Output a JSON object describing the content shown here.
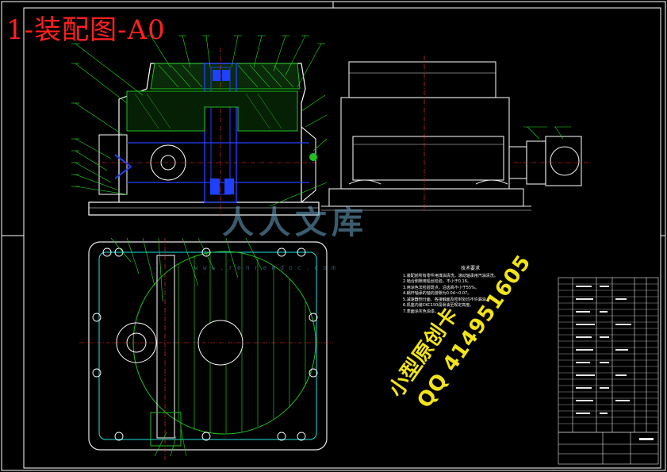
{
  "title": "1-装配图-A0",
  "tech_notes": {
    "heading": "技术要求",
    "lines": [
      "1.装配前所有零件用煤油清洗，滚动轴承用汽油清洗。",
      "2.啮合侧隙用铅丝检验，不小于0.16。",
      "3.用涂色法检验斑点，沿齿高不小于55%。",
      "4.蜗杆轴承的轴向游隙为0.04~0.07。",
      "5.减速器剖分面、各接触面及密封处均不许漏油。",
      "6.机座内装CKC150润滑油至规定高度。",
      "7.表面涂灰色油漆。"
    ]
  },
  "watermark": {
    "line1": "小型原创卡",
    "line2": "QQ 414951605",
    "logo": "人人文库",
    "url": "www.renrendoc.com"
  },
  "colors": {
    "background": "#000000",
    "frame": "#ffffff",
    "outline": "#e8e8e8",
    "section": "#2040ff",
    "hatch": "#20c020",
    "leader": "#20e020",
    "center": "#ff3030",
    "title_red": "#ff2020",
    "highlight_cyan": "#20e0e0",
    "watermark_yellow": "#f2e418"
  }
}
